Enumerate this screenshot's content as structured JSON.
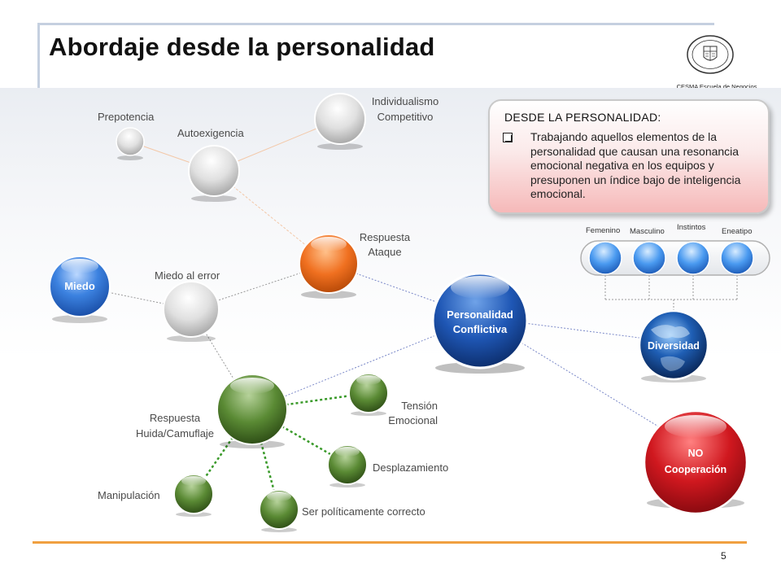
{
  "slide": {
    "title": "Abordaje desde la personalidad",
    "logo_caption": "CESMA Escuela de Negocios",
    "page_number": "5"
  },
  "nodes": {
    "prepotencia": "Prepotencia",
    "autoexigencia": "Autoexigencia",
    "individualismo_1": "Individualismo",
    "individualismo_2": "Competitivo",
    "respuesta_ataque_1": "Respuesta",
    "respuesta_ataque_2": "Ataque",
    "miedo": "Miedo",
    "miedo_error": "Miedo al error",
    "personalidad_1": "Personalidad",
    "personalidad_2": "Conflictiva",
    "diversidad": "Diversidad",
    "no_coop_1": "NO",
    "no_coop_2": "Cooperación",
    "huida_1": "Respuesta",
    "huida_2": "Huida/Camuflaje",
    "tension_1": "Tensión",
    "tension_2": "Emocional",
    "desplazamiento": "Desplazamiento",
    "manipulacion": "Manipulación",
    "politicamente": "Ser políticamente correcto"
  },
  "callout": {
    "heading": "DESDE LA PERSONALIDAD:",
    "body": "Trabajando aquellos elementos de la personalidad que causan una resonancia emocional negativa en los equipos y presuponen un índice bajo de inteligencia emocional."
  },
  "diversity_panel": {
    "labels": [
      "Femenino",
      "Masculino",
      "Instintos",
      "Eneatipo"
    ]
  },
  "colors": {
    "orange_node": "#f07020",
    "blue_node": "#2f6fcf",
    "dark_blue_node": "#17479a",
    "red_node": "#c8141c",
    "green_node": "#4e7a2c",
    "grey_node": "#d4d4d4",
    "accent_rule": "#f0a040"
  }
}
